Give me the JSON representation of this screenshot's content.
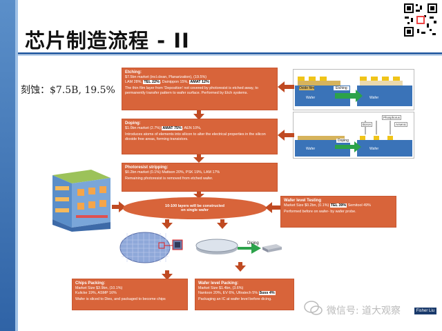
{
  "title": "芯片制造流程 - II",
  "etch_label": "刻蚀：$7.5B, 19.5%",
  "etching": {
    "heading": "Etching:",
    "line1": "$7.5bn market (incl.clean, Planarization), (19.5%)",
    "line2a": "LAM 28%, ",
    "line2b": "TEL 22%",
    "line2c": ", Dainippon 15%, ",
    "line2d": "AMAT 12%",
    "desc": "The thin film layer from 'Deposition' not covered by photoresist is etched away, to permanently transfer pattern to wafer surface. Performed by Etch systems."
  },
  "doping": {
    "heading": "Doping:",
    "line1a": "$1.0bn market  (2.7%) ",
    "line1b": "AMAT 75%",
    "line1c": ", AEN 10%,",
    "desc": "Introduces atoms of elements into silicon to alter the electrical properties in the silicon dioxide free areas, forming transistors."
  },
  "photoresist": {
    "heading": "Photoresist stripping:",
    "line1": "$0.2bn market  (0.1%) Mattson 20%, PSK 19%, LAM 17%",
    "desc": "Remaining photoresist is removed from etched wafer."
  },
  "layers": {
    "text": "10-100 layers will be constructed on single wafer"
  },
  "wafer_testing": {
    "heading": "Wafer level Testing",
    "line1a": "Market Size $0.2bn,  (0.1%) ",
    "line1b": "TEL 39%",
    "line1c": " Semitool 49%",
    "desc": "Performed before on wafer- by wafer probe."
  },
  "dicing_label": "Dicing",
  "chips_packing": {
    "heading": "Chips  Packing:",
    "line1": "Market Size $3.9bn,  (10.1%)",
    "line2": "Kulicke 19%, ASMP 16%",
    "desc": "Wafer is sliced to Dies, and packaged to become chips"
  },
  "wafer_packing": {
    "heading": "Wafer level  Packing:",
    "line1": "Market Size $1.4bn,  (3.6%)",
    "line2a": "Nantoon 20%, EV 6%, Ultratech 5%  ",
    "line2b": "Suss 4%",
    "desc": "Packaging an IC at wafer level  before dicing."
  },
  "diagram_etch": {
    "oxide": "Oxide film",
    "etching": "Etching",
    "wafer1": "Wafer",
    "wafer2": "Wafer"
  },
  "diagram_doping": {
    "phosphorus": "Phosphorus",
    "boron": "Boron",
    "arsenic": "Arsenic",
    "doping": "Doping",
    "wafer1": "Wafer",
    "wafer2": "Wafer"
  },
  "watermark": "微信号: 道大观察",
  "badge": "Fisher Liu",
  "colors": {
    "box": "#d8643a",
    "arrow": "#c04a22",
    "accent": "#2f63a6"
  }
}
